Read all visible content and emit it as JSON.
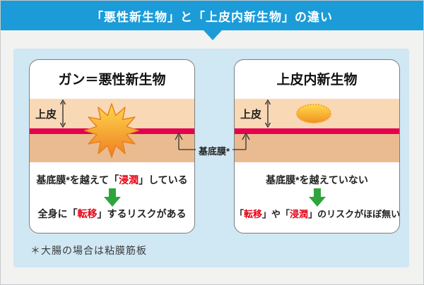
{
  "header": {
    "title": "「悪性新生物」と「上皮内新生物」の違い"
  },
  "cards": {
    "left": {
      "title": "ガン＝悪性新生物",
      "epithelium_label": "上皮",
      "line1": {
        "pre": "基底膜*を越えて「",
        "em": "浸潤",
        "post": "」している"
      },
      "line2": {
        "pre": "全身に「",
        "em": "転移",
        "post": "」するリスクがある"
      }
    },
    "right": {
      "title": "上皮内新生物",
      "epithelium_label": "上皮",
      "line1": "基底膜*を越えていない",
      "line2": {
        "pre": "「",
        "em1": "転移",
        "mid": "」や「",
        "em2": "浸潤",
        "post": "」のリスクがほぼ無い"
      }
    }
  },
  "membrane_label": "基底膜*",
  "footnote": "＊大腸の場合は粘膜筋板",
  "colors": {
    "header_bg": "#1B9CD8",
    "panel_bg": "#D0E7F4",
    "epithelium_band": "#F9D8B6",
    "lower_band": "#EABB90",
    "membrane_red": "#E4004F",
    "tumor_yellow": "#FFD94E",
    "tumor_orange": "#EE7D22",
    "arrow_green": "#2EA53C",
    "emphasis_red": "#E60014"
  },
  "icons": {
    "header_pointer": "▼",
    "down_arrow": "⬇",
    "extent_arrow": "↕",
    "membrane_pointer": "↑"
  }
}
